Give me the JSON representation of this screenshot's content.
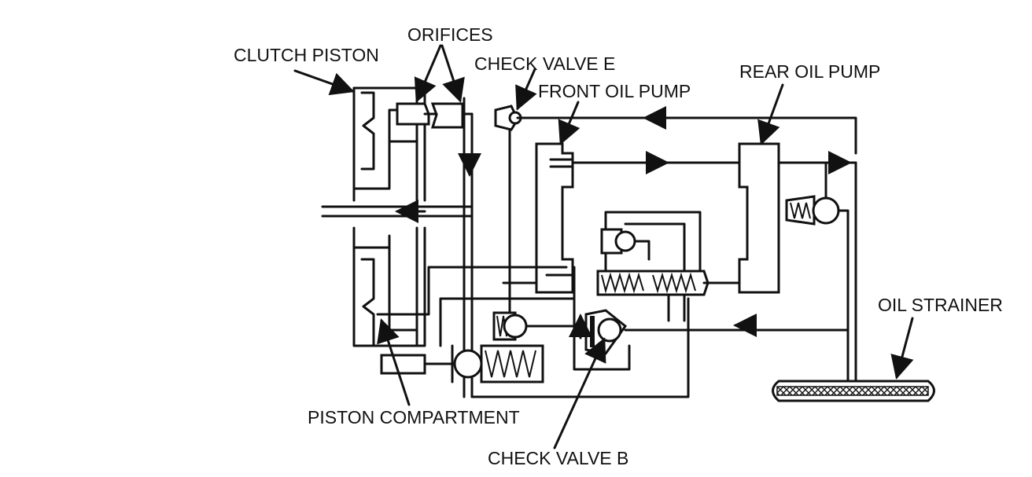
{
  "diagram": {
    "labels": {
      "clutch_piston": "CLUTCH PISTON",
      "orifices": "ORIFICES",
      "check_valve_e": "CHECK VALVE E",
      "front_oil_pump": "FRONT OIL PUMP",
      "rear_oil_pump": "REAR OIL PUMP",
      "oil_strainer": "OIL STRAINER",
      "piston_compartment": "PISTON COMPARTMENT",
      "check_valve_b": "CHECK VALVE B"
    },
    "colors": {
      "ink": "#111111",
      "background": "#ffffff"
    }
  }
}
